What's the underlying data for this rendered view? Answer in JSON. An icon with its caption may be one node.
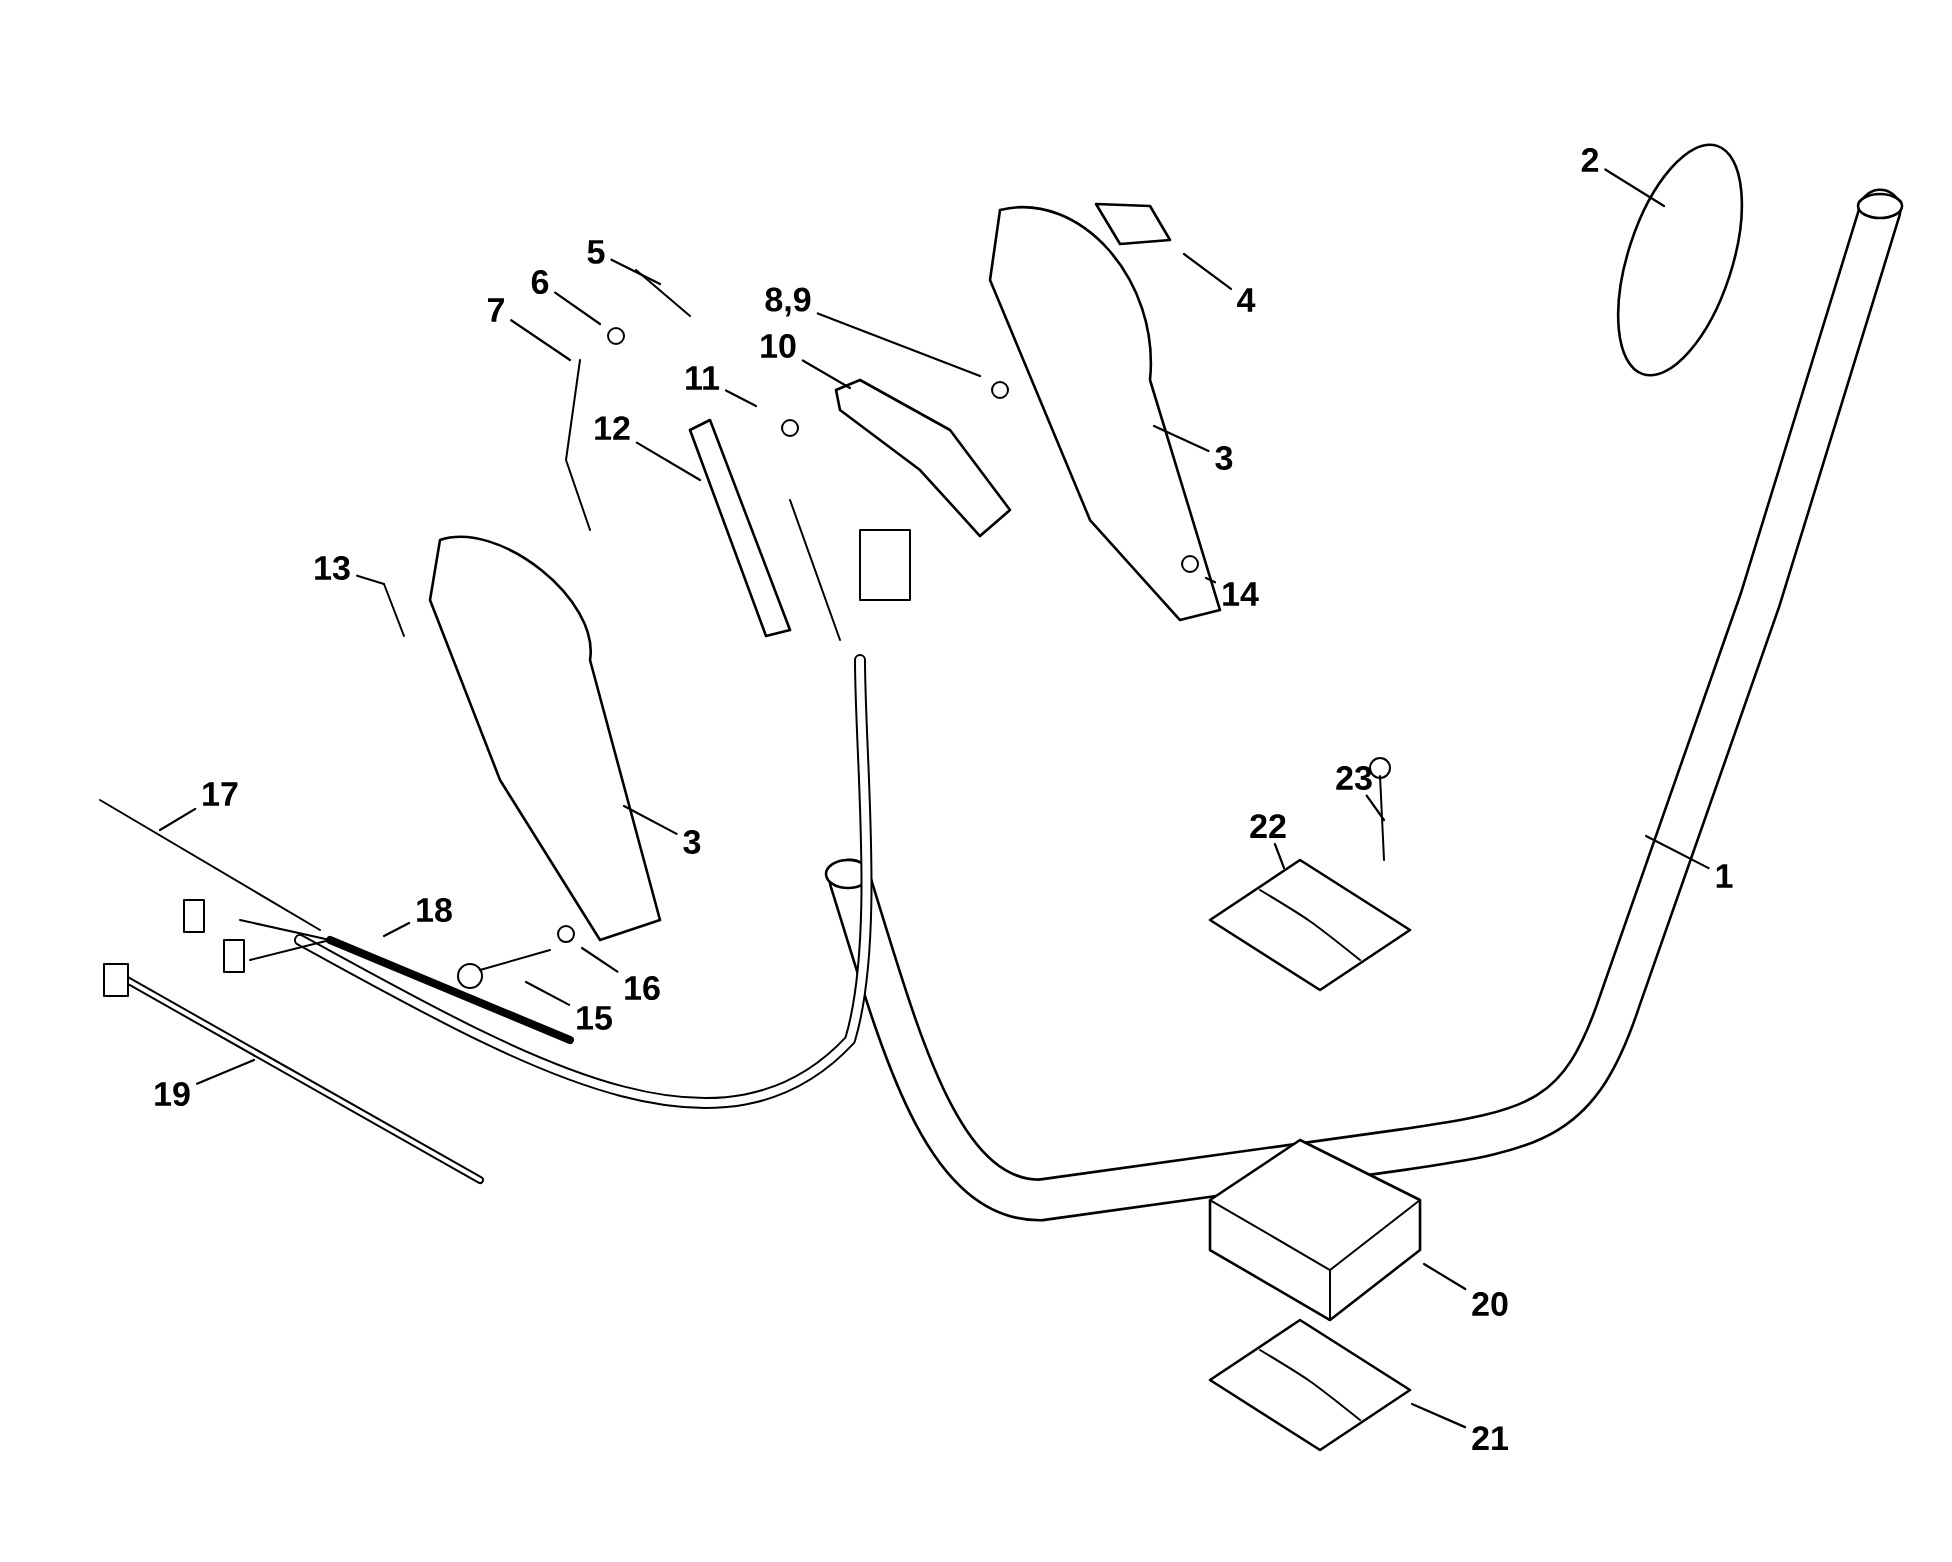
{
  "diagram": {
    "nodes": [
      {
        "text": [
          "2"
        ]
      },
      {
        "text": [
          "5"
        ]
      },
      {
        "text": [
          "6"
        ]
      },
      {
        "text": [
          "4"
        ]
      },
      {
        "text": [
          "8,9"
        ]
      },
      {
        "text": [
          "7"
        ]
      },
      {
        "text": [
          "10"
        ]
      },
      {
        "text": [
          "11"
        ]
      },
      {
        "text": [
          "12"
        ]
      },
      {
        "text": [
          "3"
        ]
      },
      {
        "text": [
          "13"
        ]
      },
      {
        "text": [
          "14"
        ]
      },
      {
        "text": [
          "23"
        ]
      },
      {
        "text": [
          "17"
        ]
      },
      {
        "text": [
          "22"
        ]
      },
      {
        "text": [
          "3"
        ]
      },
      {
        "text": [
          "1"
        ]
      },
      {
        "text": [
          "18"
        ]
      },
      {
        "text": [
          "16"
        ]
      },
      {
        "text": [
          "15"
        ]
      },
      {
        "text": [
          "19"
        ]
      },
      {
        "text": [
          "20"
        ]
      },
      {
        "text": [
          "21"
        ]
      }
    ],
    "edges": [
      {
        "from": 0,
        "to": null,
        "arrow": "none"
      },
      {
        "from": 1,
        "to": null,
        "arrow": "none"
      },
      {
        "from": 2,
        "to": null,
        "arrow": "none"
      },
      {
        "from": 3,
        "to": null,
        "arrow": "none"
      },
      {
        "from": 4,
        "to": null,
        "arrow": "none"
      },
      {
        "from": 5,
        "to": null,
        "arrow": "none"
      },
      {
        "from": 6,
        "to": null,
        "arrow": "none"
      },
      {
        "from": 7,
        "to": null,
        "arrow": "none"
      },
      {
        "from": 8,
        "to": null,
        "arrow": "none"
      },
      {
        "from": 9,
        "to": null,
        "arrow": "none"
      },
      {
        "from": 10,
        "to": null,
        "arrow": "none"
      },
      {
        "from": 11,
        "to": null,
        "arrow": "none"
      },
      {
        "from": 12,
        "to": null,
        "arrow": "none"
      },
      {
        "from": 13,
        "to": null,
        "arrow": "none"
      },
      {
        "from": 14,
        "to": null,
        "arrow": "none"
      },
      {
        "from": 15,
        "to": null,
        "arrow": "none"
      },
      {
        "from": 16,
        "to": null,
        "arrow": "none"
      },
      {
        "from": 17,
        "to": null,
        "arrow": "none"
      },
      {
        "from": 18,
        "to": null,
        "arrow": "none"
      },
      {
        "from": 19,
        "to": null,
        "arrow": "none"
      },
      {
        "from": 20,
        "to": null,
        "arrow": "none"
      },
      {
        "from": 21,
        "to": null,
        "arrow": "none"
      },
      {
        "from": 22,
        "to": null,
        "arrow": "none"
      }
    ]
  }
}
